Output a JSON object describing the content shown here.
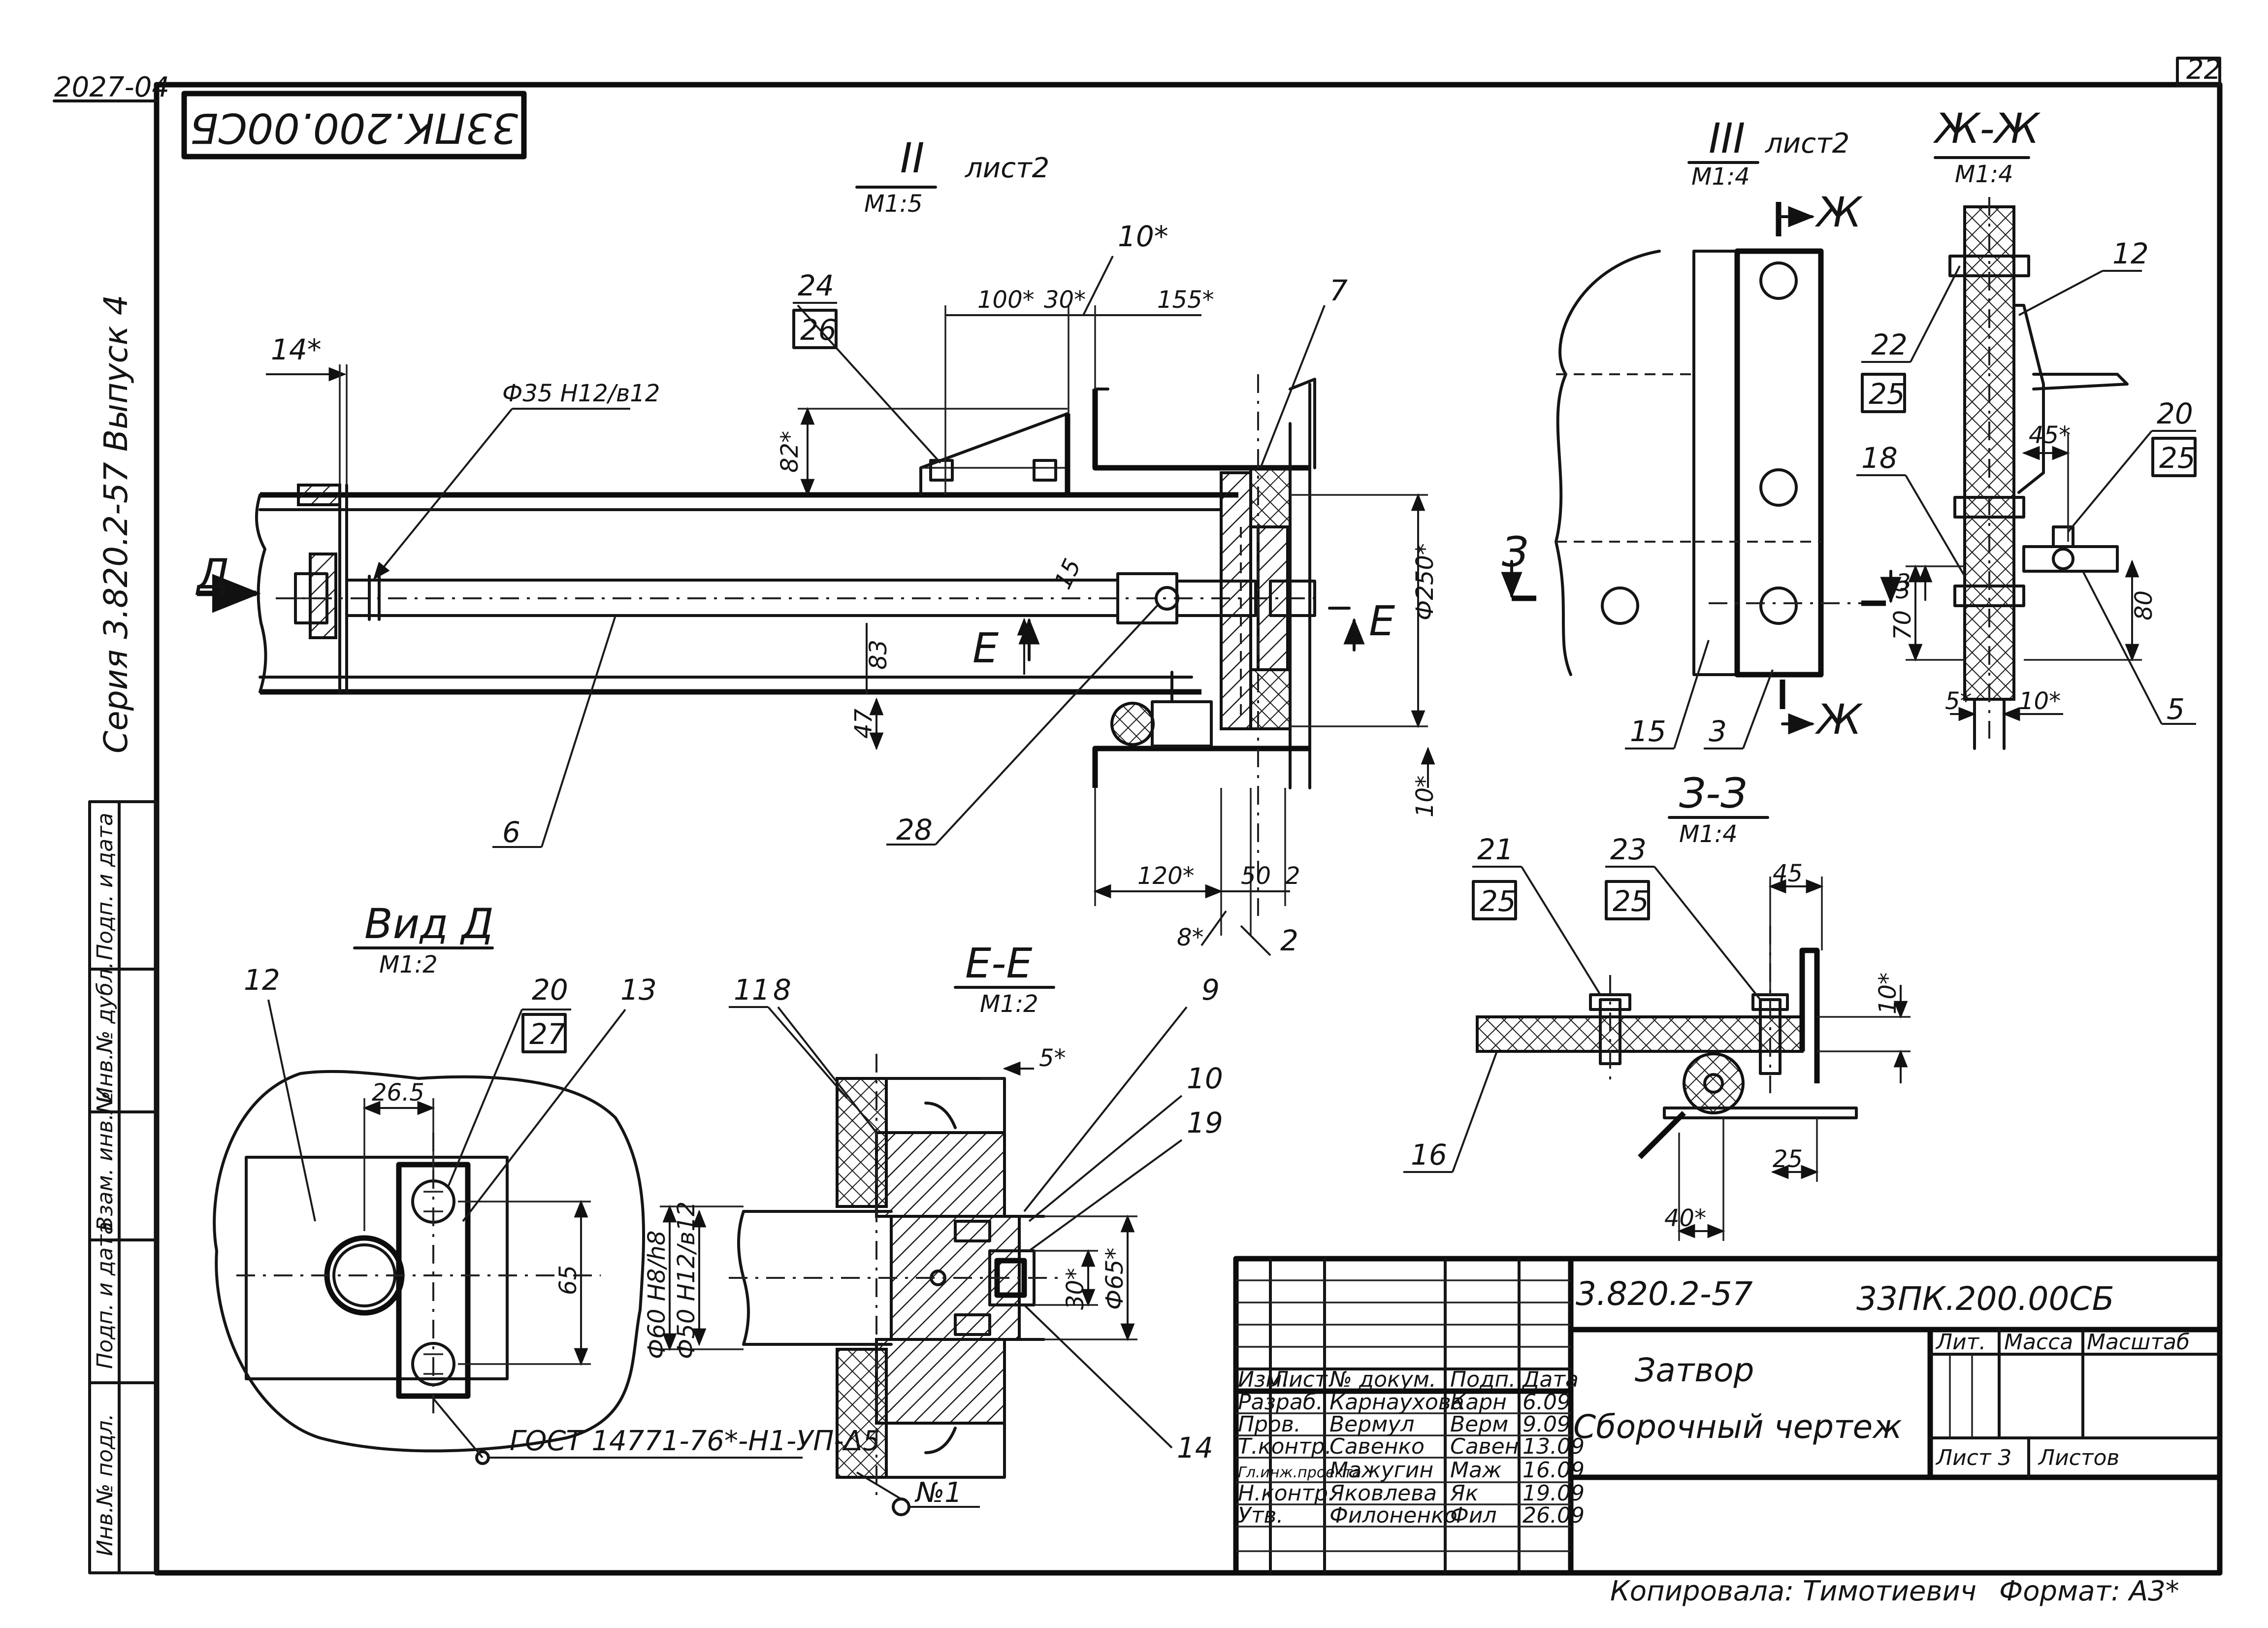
{
  "sheet": {
    "corner_code": "2027-04",
    "page_number": "22",
    "stamp_rotated": "33ПК.200.00СБ",
    "series_vertical": "Серия 3.820.2-57   Выпуск 4",
    "side_labels": [
      "Инв.№ подл.",
      "Подп. и дата",
      "Взам. инв.№",
      "Инв.№ дубл.",
      "Подп. и дата"
    ]
  },
  "views": {
    "view2": {
      "title": "II",
      "sheet_ref": "лист2",
      "scale": "М1:5"
    },
    "view3": {
      "title": "III",
      "sheet_ref": "лист2",
      "scale": "М1:4"
    },
    "view_zh": {
      "title": "Ж-Ж",
      "scale": "М1:4"
    },
    "view_d": {
      "title": "Вид Д",
      "scale": "М1:2"
    },
    "section_e": {
      "title": "Е-Е",
      "scale": "М1:2"
    },
    "section_z": {
      "title": "З-З",
      "scale": "М1:4"
    }
  },
  "markers": {
    "d_arrow": "Д",
    "e_left": "Е",
    "e_right": "Е",
    "zh_top": "Ж",
    "zh_bottom": "Ж",
    "z_left": "З",
    "z_right": "З",
    "weld_symbol": "№1"
  },
  "dimensions": {
    "v2_14": "14*",
    "v2_phi35": "Ф35 Н12/в12",
    "v2_100": "100*",
    "v2_30": "30*",
    "v2_155": "155*",
    "v2_82": "82*",
    "v2_15": "15",
    "v2_83": "83",
    "v2_47": "47",
    "v2_phi250": "Ф250*",
    "v2_10": "10*",
    "v2_120": "120*",
    "v2_50": "50",
    "v2_2": "2",
    "v2_8": "8*",
    "vzh_45": "45*",
    "vzh_3": "3",
    "vzh_70": "70",
    "vzh_80": "80",
    "vzh_5": "5*",
    "vzh_10": "10*",
    "v3_3": "3",
    "vd_265": "26.5",
    "vd_65": "65",
    "ee_5": "5*",
    "ee_phi60": "Ф60 Н8/h8",
    "ee_phi50": "Ф50 Н12/в12",
    "ee_30": "30*",
    "ee_phi65": "Ф65*",
    "zz_45": "45",
    "zz_10": "10*",
    "zz_25": "25",
    "zz_40": "40*"
  },
  "part_labels": {
    "p24": "24",
    "p26": "26",
    "p10a": "10*",
    "p7": "7",
    "p6": "6",
    "p28": "28",
    "p2": "2",
    "p12a": "12",
    "p22": "22",
    "p25a": "25",
    "p18": "18",
    "p20a": "20",
    "p25b": "25",
    "p5": "5",
    "p15": "15",
    "p3": "3",
    "p21": "21",
    "p25c": "25",
    "p23": "23",
    "p25d": "25",
    "p16": "16",
    "p12b": "12",
    "p20b": "20",
    "p27": "27",
    "p13": "13",
    "p11": "11",
    "p8": "8",
    "p9": "9",
    "p10b": "10",
    "p19": "19",
    "p14": "14"
  },
  "weld_note": "ГОСТ 14771-76*-Н1-УП-Δ5",
  "title_block": {
    "designation_series": "3.820.2-57",
    "designation": "33ПК.200.00СБ",
    "name": "Затвор",
    "doc_type": "Сборочный чертеж",
    "header_cols": [
      "Изм.",
      "Лист",
      "№ докум.",
      "Подп.",
      "Дата"
    ],
    "roles": [
      {
        "role": "Разраб.",
        "name": "Карнаухова",
        "sign": "Карн",
        "date": "6.09"
      },
      {
        "role": "Пров.",
        "name": "Вермул",
        "sign": "Верм",
        "date": "9.09"
      },
      {
        "role": "Т.контр.",
        "name": "Савенко",
        "sign": "Савен",
        "date": "13.09"
      },
      {
        "role": "Гл.инж.проекта",
        "name": "Мажугин",
        "sign": "Маж",
        "date": "16.09"
      },
      {
        "role": "Н.контр.",
        "name": "Яковлева",
        "sign": "Як",
        "date": "19.09"
      },
      {
        "role": "Утв.",
        "name": "Филоненко",
        "sign": "Фил",
        "date": "26.09"
      }
    ],
    "lit_label": "Лит.",
    "mass_label": "Масса",
    "scale_label": "Масштаб",
    "sheet_label": "Лист 3",
    "sheets_label": "Листов"
  },
  "footer": {
    "copied": "Копировала: Тимотиевич",
    "format": "Формат: А3*"
  }
}
